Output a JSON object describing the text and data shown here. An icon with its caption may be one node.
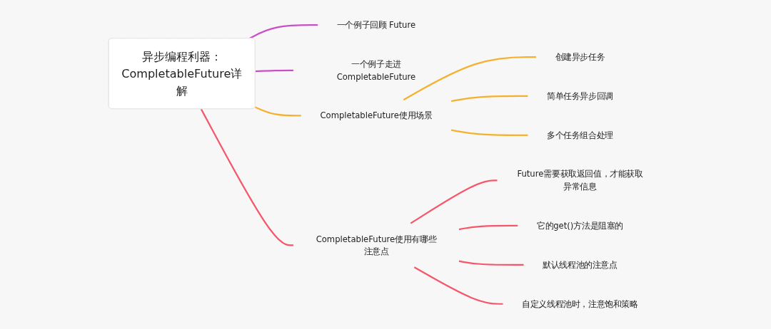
{
  "diagram": {
    "nodes": [
      {
        "text": [
          "异步编程利器：CompletableFuture详解"
        ]
      },
      {
        "text": [
          "一个例子回顾 Future"
        ]
      },
      {
        "text": [
          "一个例子走进CompletableFuture"
        ]
      },
      {
        "text": [
          "CompletableFuture使用场景"
        ]
      },
      {
        "text": [
          "CompletableFuture使用有哪些注意点"
        ]
      },
      {
        "text": [
          "创建异步任务"
        ]
      },
      {
        "text": [
          "简单任务异步回调"
        ]
      },
      {
        "text": [
          "多个任务组合处理"
        ]
      },
      {
        "text": [
          "Future需要获取返回值，才能获取异常信息"
        ]
      },
      {
        "text": [
          "它的get()方法是阻塞的"
        ]
      },
      {
        "text": [
          "默认线程池的注意点"
        ]
      },
      {
        "text": [
          "自定义线程池时，注意饱和策略"
        ]
      }
    ],
    "edges": [
      {
        "from": 0,
        "to": 1,
        "arrow": "none",
        "color": "#c94fc4"
      },
      {
        "from": 0,
        "to": 2,
        "arrow": "none",
        "color": "#c94fc4"
      },
      {
        "from": 0,
        "to": 3,
        "arrow": "none",
        "color": "#f5b12e"
      },
      {
        "from": 0,
        "to": 4,
        "arrow": "none",
        "color": "#f5566a"
      },
      {
        "from": 3,
        "to": 5,
        "arrow": "none",
        "color": "#f5b12e"
      },
      {
        "from": 3,
        "to": 6,
        "arrow": "none",
        "color": "#f5b12e"
      },
      {
        "from": 3,
        "to": 7,
        "arrow": "none",
        "color": "#f5b12e"
      },
      {
        "from": 4,
        "to": 8,
        "arrow": "none",
        "color": "#f5566a"
      },
      {
        "from": 4,
        "to": 9,
        "arrow": "none",
        "color": "#f5566a"
      },
      {
        "from": 4,
        "to": 10,
        "arrow": "none",
        "color": "#f5566a"
      },
      {
        "from": 4,
        "to": 11,
        "arrow": "none",
        "color": "#f5566a"
      }
    ]
  }
}
